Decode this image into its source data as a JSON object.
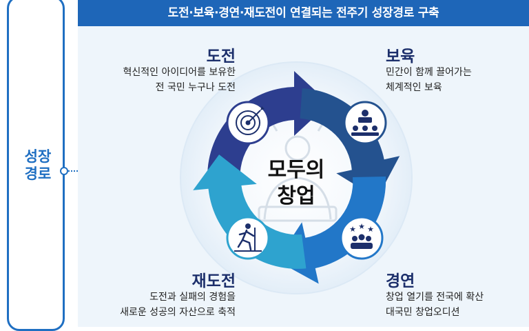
{
  "side": {
    "label": "성장\n경로"
  },
  "banner": {
    "title": "도전·보육·경연·재도전이 연결되는 전주기 성장경로 구축"
  },
  "center": {
    "label": "모두의\n창업"
  },
  "stages": {
    "challenge": {
      "title": "도전",
      "desc": "혁신적인 아이디어를 보유한\n전 국민 누구나 도전"
    },
    "incubation": {
      "title": "보육",
      "desc": "민간이 함께 끌어가는\n체계적인 보육"
    },
    "competition": {
      "title": "경연",
      "desc": "창업 열기를 전국에 확산\n대국민 창업오디션"
    },
    "rechallenge": {
      "title": "재도전",
      "desc": "도전과 실패의 경험을\n새로운 성공의 자산으로 축적"
    }
  },
  "icons": {
    "challenge": "target-icon",
    "incubation": "training-icon",
    "competition": "audition-icon",
    "rechallenge": "running-icon"
  },
  "colors": {
    "frame": "#1f6fc2",
    "banner": "#1e66b8",
    "arrow_challenge": "#2d3e8f",
    "arrow_incubation": "#24528f",
    "arrow_competition": "#2277c8",
    "arrow_rechallenge": "#2ea3cf"
  }
}
